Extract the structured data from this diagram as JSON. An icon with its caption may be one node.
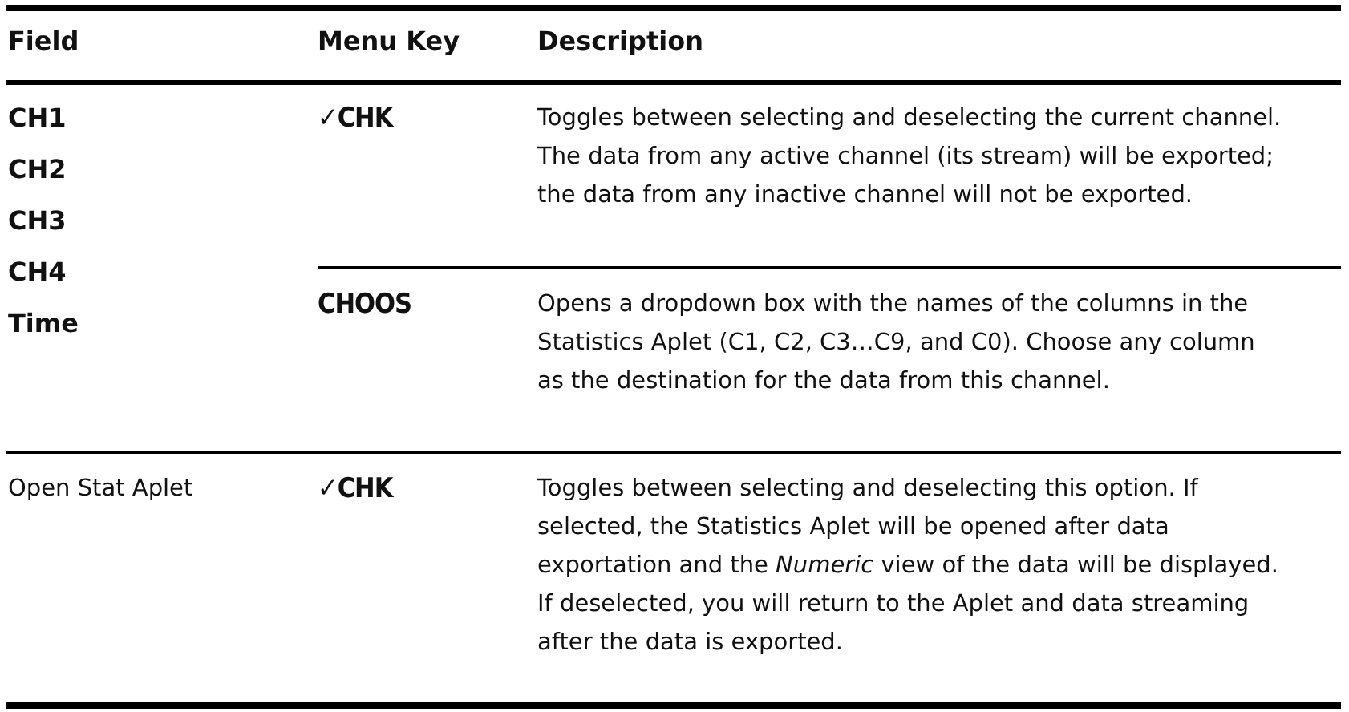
{
  "diagram": {
    "labels": [
      "Field",
      "Menu Key",
      "Description",
      "CH1",
      "CH2",
      "CH3",
      "CH4",
      "Time",
      "✓CHK",
      "Toggles between selecting and deselecting the current channel. The data from any active channel (its stream) will be exported; the data from any inactive channel will not be exported.",
      "CHOOS",
      "Opens a dropdown box with the names of the columns in the Statistics Aplet (C1, C2, C3…C9, and C0). Choose any column as the destination for the data from this channel.",
      "Open Stat Aplet",
      "✓CHK",
      "Toggles between selecting and deselecting this option. If selected, the Statistics Aplet will be opened after data exportation and the *Numeric* view of the data will be displayed. If deselected, you will return to the Aplet and data streaming after the data is exported."
    ]
  }
}
